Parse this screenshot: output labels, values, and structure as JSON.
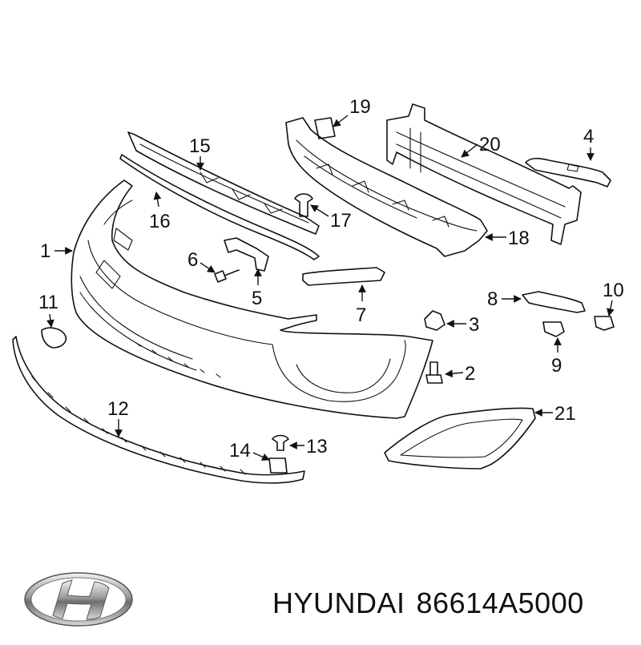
{
  "diagram": {
    "callouts": [
      {
        "id": "c1",
        "label": "1"
      },
      {
        "id": "c2",
        "label": "2"
      },
      {
        "id": "c3",
        "label": "3"
      },
      {
        "id": "c4",
        "label": "4"
      },
      {
        "id": "c5",
        "label": "5"
      },
      {
        "id": "c6",
        "label": "6"
      },
      {
        "id": "c7",
        "label": "7"
      },
      {
        "id": "c8",
        "label": "8"
      },
      {
        "id": "c9",
        "label": "9"
      },
      {
        "id": "c10",
        "label": "10"
      },
      {
        "id": "c11",
        "label": "11"
      },
      {
        "id": "c12",
        "label": "12"
      },
      {
        "id": "c13",
        "label": "13"
      },
      {
        "id": "c14",
        "label": "14"
      },
      {
        "id": "c15",
        "label": "15"
      },
      {
        "id": "c16",
        "label": "16"
      },
      {
        "id": "c17",
        "label": "17"
      },
      {
        "id": "c18",
        "label": "18"
      },
      {
        "id": "c19",
        "label": "19"
      },
      {
        "id": "c20",
        "label": "20"
      },
      {
        "id": "c21",
        "label": "21"
      }
    ]
  },
  "footer": {
    "brand": "HYUNDAI",
    "part_number": "86614A5000",
    "logo_icon": "hyundai-logo-icon"
  }
}
